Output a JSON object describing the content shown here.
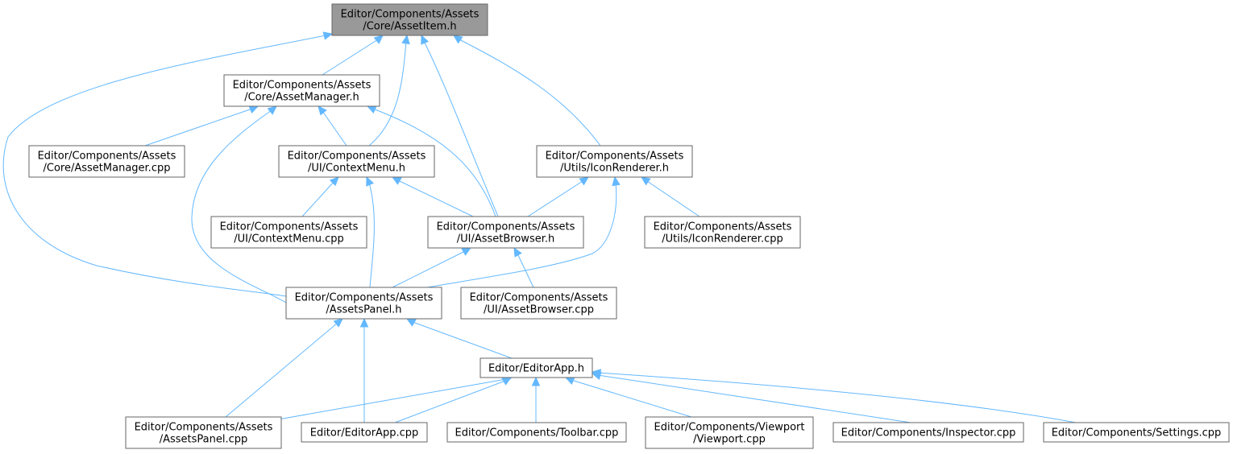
{
  "theme": {
    "edge_color": "#63b8ff",
    "root_fill": "#999999",
    "node_border": "#666666"
  },
  "nodes": {
    "assetitem_h": {
      "lines": [
        "Editor/Components/Assets",
        "/Core/AssetItem.h"
      ],
      "root": true
    },
    "assetmanager_h": {
      "lines": [
        "Editor/Components/Assets",
        "/Core/AssetManager.h"
      ]
    },
    "assetmanager_cpp": {
      "lines": [
        "Editor/Components/Assets",
        "/Core/AssetManager.cpp"
      ]
    },
    "contextmenu_h": {
      "lines": [
        "Editor/Components/Assets",
        "/UI/ContextMenu.h"
      ]
    },
    "iconrenderer_h": {
      "lines": [
        "Editor/Components/Assets",
        "/Utils/IconRenderer.h"
      ]
    },
    "contextmenu_cpp": {
      "lines": [
        "Editor/Components/Assets",
        "/UI/ContextMenu.cpp"
      ]
    },
    "assetbrowser_h": {
      "lines": [
        "Editor/Components/Assets",
        "/UI/AssetBrowser.h"
      ]
    },
    "iconrenderer_cpp": {
      "lines": [
        "Editor/Components/Assets",
        "/Utils/IconRenderer.cpp"
      ]
    },
    "assetspanel_h": {
      "lines": [
        "Editor/Components/Assets",
        "/AssetsPanel.h"
      ]
    },
    "assetbrowser_cpp": {
      "lines": [
        "Editor/Components/Assets",
        "/UI/AssetBrowser.cpp"
      ]
    },
    "editorapp_h": {
      "lines": [
        "Editor/EditorApp.h"
      ]
    },
    "assetspanel_cpp": {
      "lines": [
        "Editor/Components/Assets",
        "/AssetsPanel.cpp"
      ]
    },
    "editorapp_cpp": {
      "lines": [
        "Editor/EditorApp.cpp"
      ]
    },
    "toolbar_cpp": {
      "lines": [
        "Editor/Components/Toolbar.cpp"
      ]
    },
    "viewport_cpp": {
      "lines": [
        "Editor/Components/Viewport",
        "/Viewport.cpp"
      ]
    },
    "inspector_cpp": {
      "lines": [
        "Editor/Components/Inspector.cpp"
      ]
    },
    "settings_cpp": {
      "lines": [
        "Editor/Components/Settings.cpp"
      ]
    }
  },
  "edges": [
    {
      "from": "assetitem_h",
      "to": "assetmanager_h"
    },
    {
      "from": "assetitem_h",
      "to": "contextmenu_h"
    },
    {
      "from": "assetitem_h",
      "to": "assetbrowser_h"
    },
    {
      "from": "assetitem_h",
      "to": "iconrenderer_h"
    },
    {
      "from": "assetitem_h",
      "to": "assetspanel_h"
    },
    {
      "from": "assetmanager_h",
      "to": "assetmanager_cpp"
    },
    {
      "from": "assetmanager_h",
      "to": "contextmenu_h"
    },
    {
      "from": "assetmanager_h",
      "to": "assetbrowser_h"
    },
    {
      "from": "assetmanager_h",
      "to": "assetspanel_h"
    },
    {
      "from": "contextmenu_h",
      "to": "contextmenu_cpp"
    },
    {
      "from": "contextmenu_h",
      "to": "assetbrowser_h"
    },
    {
      "from": "contextmenu_h",
      "to": "assetspanel_h"
    },
    {
      "from": "iconrenderer_h",
      "to": "assetbrowser_h"
    },
    {
      "from": "iconrenderer_h",
      "to": "iconrenderer_cpp"
    },
    {
      "from": "iconrenderer_h",
      "to": "assetspanel_h"
    },
    {
      "from": "assetbrowser_h",
      "to": "assetspanel_h"
    },
    {
      "from": "assetbrowser_h",
      "to": "assetbrowser_cpp"
    },
    {
      "from": "assetspanel_h",
      "to": "assetspanel_cpp"
    },
    {
      "from": "assetspanel_h",
      "to": "editorapp_cpp"
    },
    {
      "from": "assetspanel_h",
      "to": "editorapp_h"
    },
    {
      "from": "editorapp_h",
      "to": "assetspanel_cpp"
    },
    {
      "from": "editorapp_h",
      "to": "editorapp_cpp"
    },
    {
      "from": "editorapp_h",
      "to": "toolbar_cpp"
    },
    {
      "from": "editorapp_h",
      "to": "viewport_cpp"
    },
    {
      "from": "editorapp_h",
      "to": "inspector_cpp"
    },
    {
      "from": "editorapp_h",
      "to": "settings_cpp"
    }
  ]
}
